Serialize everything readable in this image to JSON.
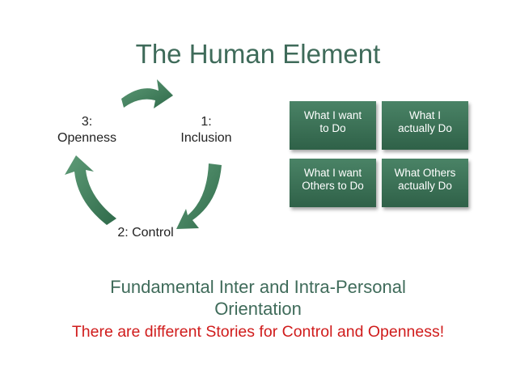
{
  "title": "The Human Element",
  "cycle": {
    "inclusion": "1:\nInclusion",
    "openness": "3:\nOpenness",
    "control": "2: Control"
  },
  "grid": {
    "want_to_do": "What I want\nto Do",
    "actually_do": "What I\nactually Do",
    "want_others": "What I want\nOthers to Do",
    "others_actually": "What Others\nactually Do"
  },
  "subtitle": "Fundamental Inter and Intra-Personal\nOrientation",
  "tagline": "There are different Stories for Control and Openness!",
  "colors": {
    "title": "#3f6b5a",
    "arrow": "#3d7a57",
    "box": "#3a7257",
    "tagline": "#d01c1c"
  }
}
